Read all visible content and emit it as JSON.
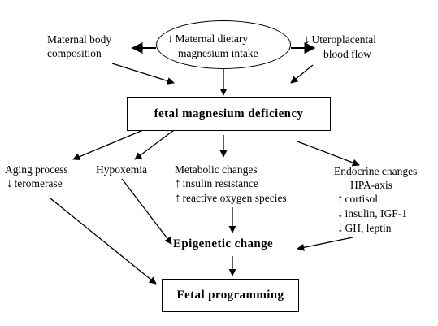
{
  "nodes": {
    "intake": {
      "lines": [
        "Maternal dietary",
        "magnesium intake"
      ],
      "arrow_first": "down"
    },
    "body_comp": {
      "lines": [
        "Maternal body",
        "composition"
      ]
    },
    "blood_flow": {
      "lines": [
        "Uteroplacental",
        "blood flow"
      ],
      "arrow_first": "down"
    },
    "deficiency": {
      "label": "fetal magnesium deficiency"
    },
    "aging": {
      "lines": [
        "Aging process",
        "teromerase"
      ]
    },
    "hypoxemia": {
      "label": "Hypoxemia"
    },
    "metabolic": {
      "lines": [
        "Metabolic changes",
        "insulin resistance",
        "reactive oxygen species"
      ]
    },
    "endocrine": {
      "lines": [
        "Endocrine changes",
        "HPA-axis",
        "cortisol",
        "insulin, IGF-1",
        "GH, leptin"
      ]
    },
    "epigenetic": {
      "label": "Epigenetic change"
    },
    "programming": {
      "label": "Fetal programming"
    }
  },
  "indicator_glyphs": {
    "up": "↑",
    "down": "↓"
  },
  "edges": [
    {
      "from": "intake",
      "to": "body_comp"
    },
    {
      "from": "intake",
      "to": "blood_flow"
    },
    {
      "from": "body_comp",
      "to": "deficiency"
    },
    {
      "from": "intake",
      "to": "deficiency"
    },
    {
      "from": "blood_flow",
      "to": "deficiency"
    },
    {
      "from": "deficiency",
      "to": "aging"
    },
    {
      "from": "deficiency",
      "to": "hypoxemia"
    },
    {
      "from": "deficiency",
      "to": "metabolic"
    },
    {
      "from": "deficiency",
      "to": "endocrine"
    },
    {
      "from": "metabolic",
      "to": "epigenetic"
    },
    {
      "from": "hypoxemia",
      "to": "epigenetic"
    },
    {
      "from": "endocrine",
      "to": "epigenetic"
    },
    {
      "from": "aging",
      "to": "programming"
    },
    {
      "from": "epigenetic",
      "to": "programming"
    }
  ]
}
